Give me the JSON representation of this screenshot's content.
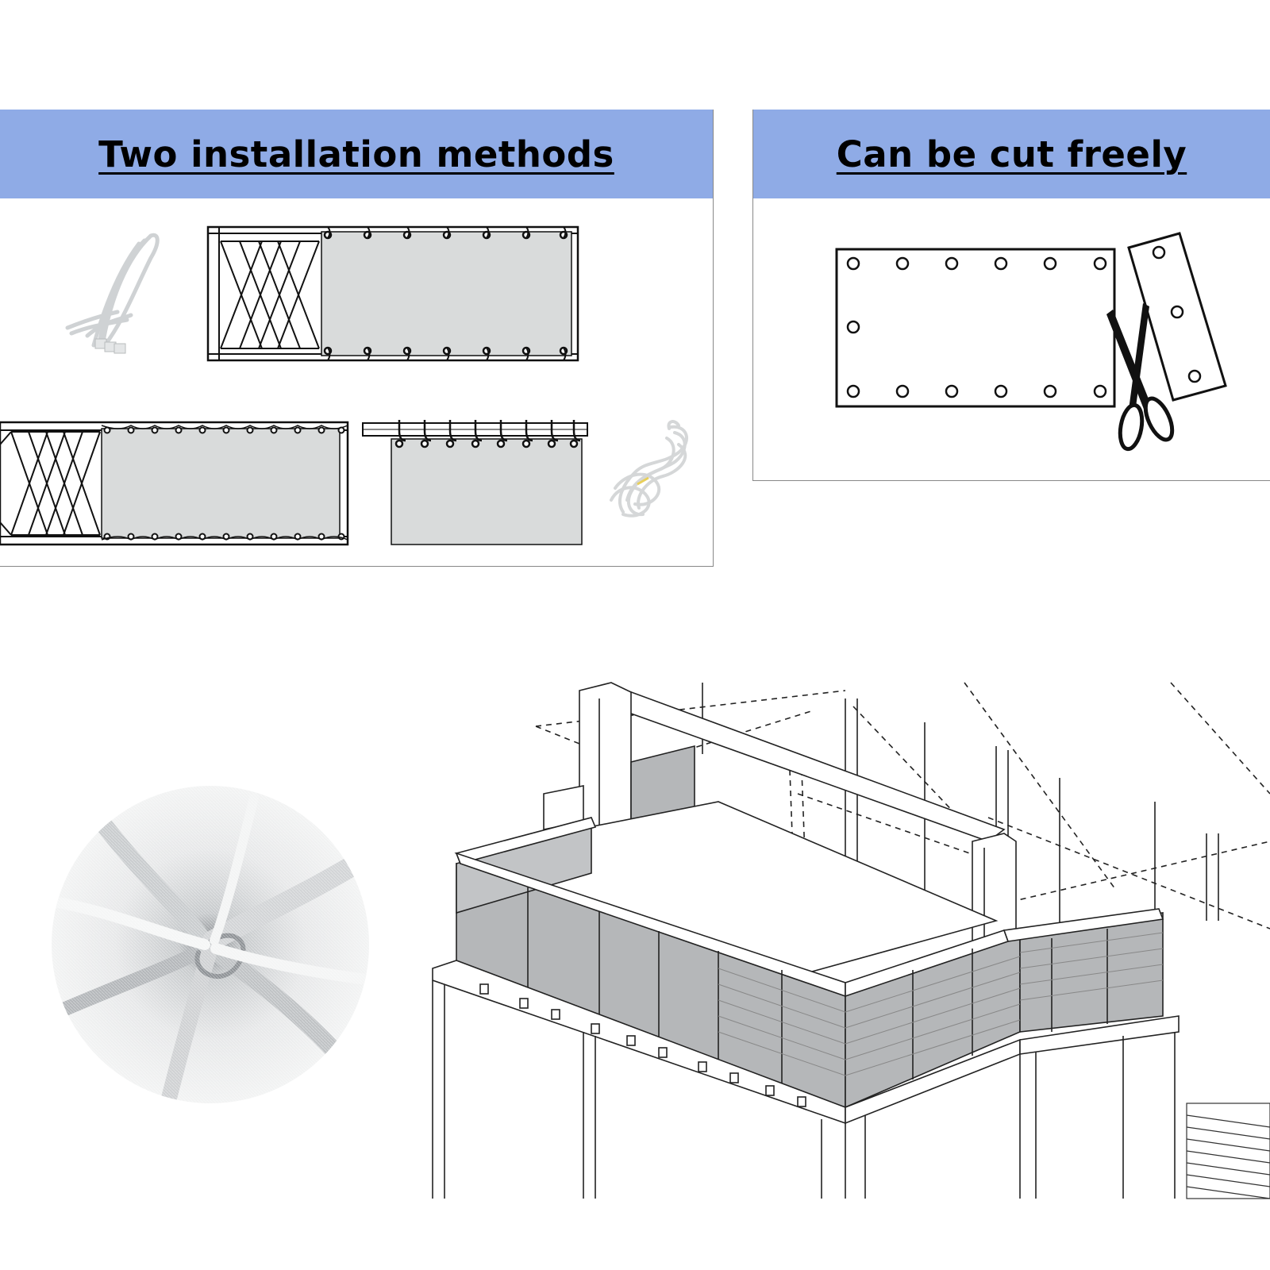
{
  "colors": {
    "banner": "#8fabe6",
    "fabric": "#d9dbdb",
    "balcony_panel": "#b5b7b9",
    "line": "#111111",
    "frame": "#888888"
  },
  "panels": {
    "installation": {
      "title": "Two installation methods",
      "items": [
        "cable-ties-icon",
        "railing-with-eyelet-cover",
        "railing-with-lacing-cover",
        "hook-hung-cover",
        "rope-coil-icon"
      ]
    },
    "cutting": {
      "title": "Can be cut freely",
      "items": [
        "cover-with-grommets",
        "cut-off-strip",
        "scissors-icon"
      ]
    }
  },
  "illustrations": [
    "fabric-swatch",
    "balcony-isometric"
  ]
}
